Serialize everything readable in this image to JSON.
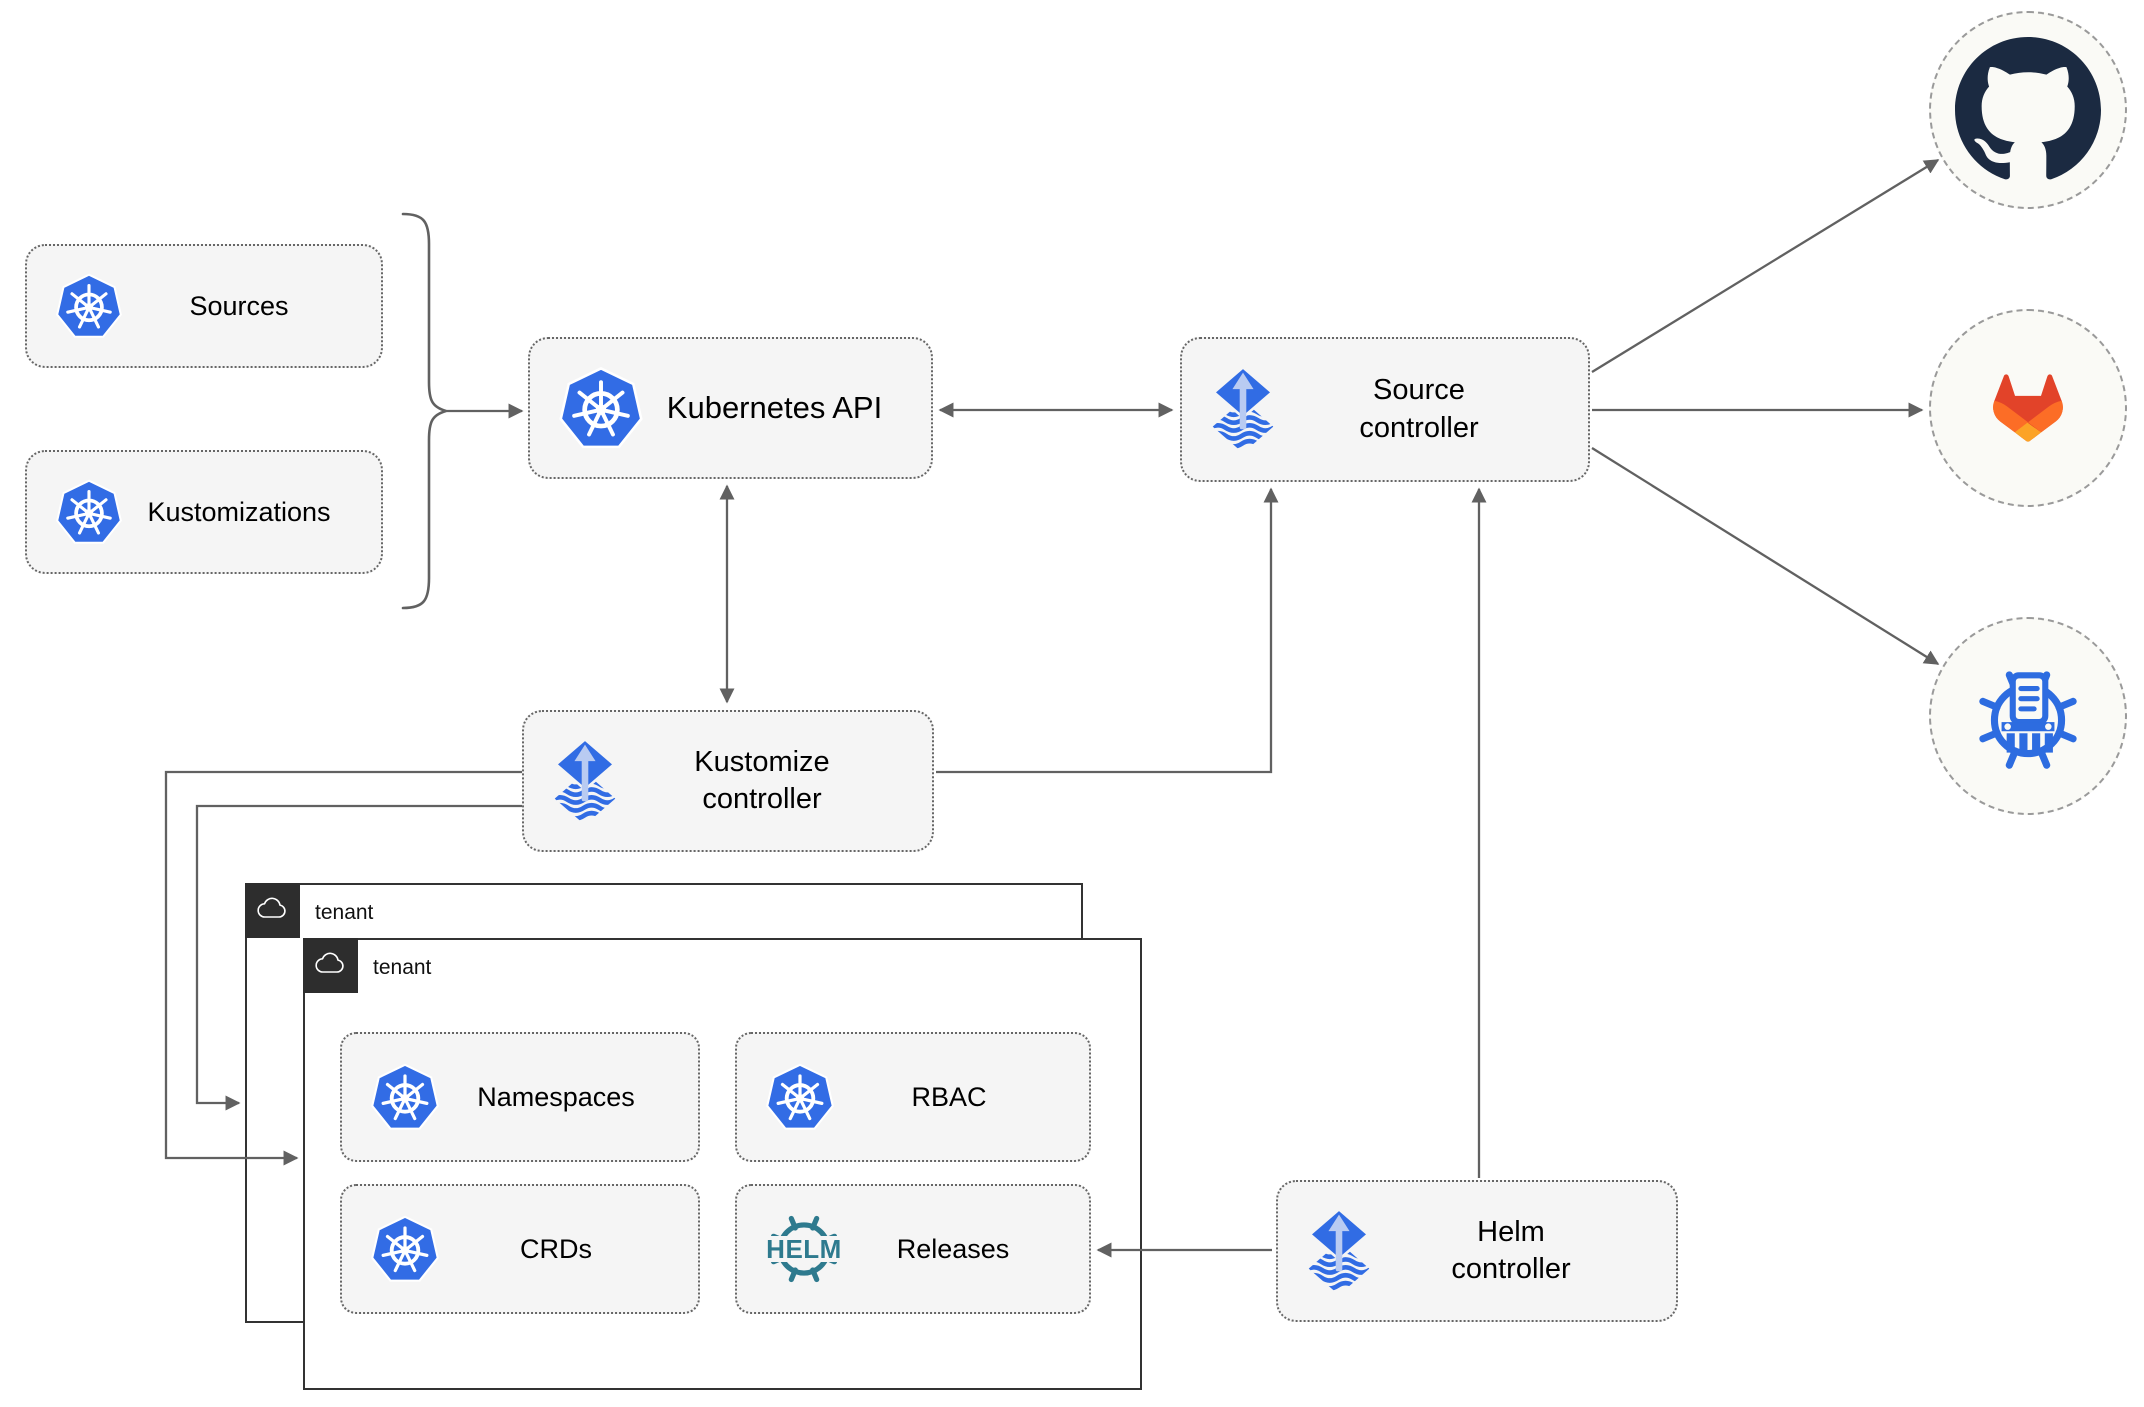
{
  "colors": {
    "canvas_bg": "#ffffff",
    "box_fill": "#f5f5f5",
    "box_border": "#666666",
    "arrow": "#616161",
    "tenant_border": "#333333",
    "tenant_tab": "#2d2d2d",
    "kubernetes_blue": "#326ce5",
    "flux_blue": "#316ce4",
    "flux_arrow_light": "#b9cbf2",
    "helm_teal": "#2e7a8e",
    "chartmuseum_blue": "#2d6ce0",
    "github_dark": "#1b2a41",
    "gitlab_red": "#e24329",
    "gitlab_orange": "#fc6d26",
    "gitlab_yellow": "#fca326",
    "circle_fill": "#fafaf6",
    "circle_border": "#9a9a9a",
    "text": "#000000"
  },
  "nodes": {
    "sources": {
      "label": "Sources",
      "icon": "kubernetes-icon"
    },
    "kustomizations": {
      "label": "Kustomizations",
      "icon": "kubernetes-icon"
    },
    "kubernetes_api": {
      "label": "Kubernetes API",
      "icon": "kubernetes-icon"
    },
    "source_controller": {
      "label": "Source\ncontroller",
      "icon": "flux-icon"
    },
    "kustomize_controller": {
      "label": "Kustomize\ncontroller",
      "icon": "flux-icon"
    },
    "helm_controller": {
      "label": "Helm\ncontroller",
      "icon": "flux-icon"
    },
    "tenant_back": {
      "label": "tenant",
      "icon": "cloud-icon"
    },
    "tenant_front": {
      "label": "tenant",
      "icon": "cloud-icon"
    },
    "namespaces": {
      "label": "Namespaces",
      "icon": "kubernetes-icon"
    },
    "rbac": {
      "label": "RBAC",
      "icon": "kubernetes-icon"
    },
    "crds": {
      "label": "CRDs",
      "icon": "kubernetes-icon"
    },
    "releases": {
      "label": "Releases",
      "icon": "helm-logo"
    }
  },
  "helm_logo": {
    "text": "HELM"
  },
  "endpoints": {
    "github": {
      "icon": "github-icon"
    },
    "gitlab": {
      "icon": "gitlab-icon"
    },
    "chartmuseum": {
      "icon": "chartmuseum-icon"
    }
  }
}
